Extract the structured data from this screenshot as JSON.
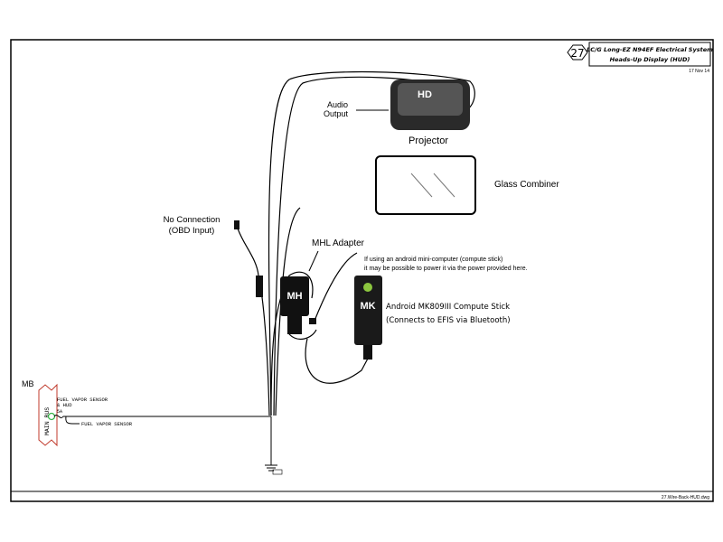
{
  "sheet": {
    "number": "27",
    "title_line1": "LC/G Long-EZ N94EF Electrical System",
    "title_line2": "Heads-Up Display (HUD)",
    "date": "17 Nov 14",
    "filename": "27.Wire-Back-HUD.dwg"
  },
  "labels": {
    "audio_output_1": "Audio",
    "audio_output_2": "Output",
    "projector": "Projector",
    "projector_badge": "HD",
    "glass_combiner": "Glass Combiner",
    "no_connection_1": "No Connection",
    "no_connection_2": "(OBD Input)",
    "mhl_adapter": "MHL Adapter",
    "mhl_badge": "MH",
    "note_1": "If using an android mini-computer (compute stick)",
    "note_2": "it may be possible to power it via the power provided here.",
    "stick_badge": "MK",
    "stick_label_1": "Android MK809III Compute Stick",
    "stick_label_2": "(Connects to EFIS via Bluetooth)",
    "mb": "MB",
    "main_bus": "MAIN BUS",
    "fuse_label_1": "FUEL VAPOR SENSOR",
    "fuse_label_2": "& HUD",
    "fuse_rating": "5A",
    "branch_label": "FUEL VAPOR SENSOR"
  },
  "colors": {
    "bus": "#c0392b",
    "fuse_ring": "#39b54a",
    "android": "#8cc63f"
  }
}
